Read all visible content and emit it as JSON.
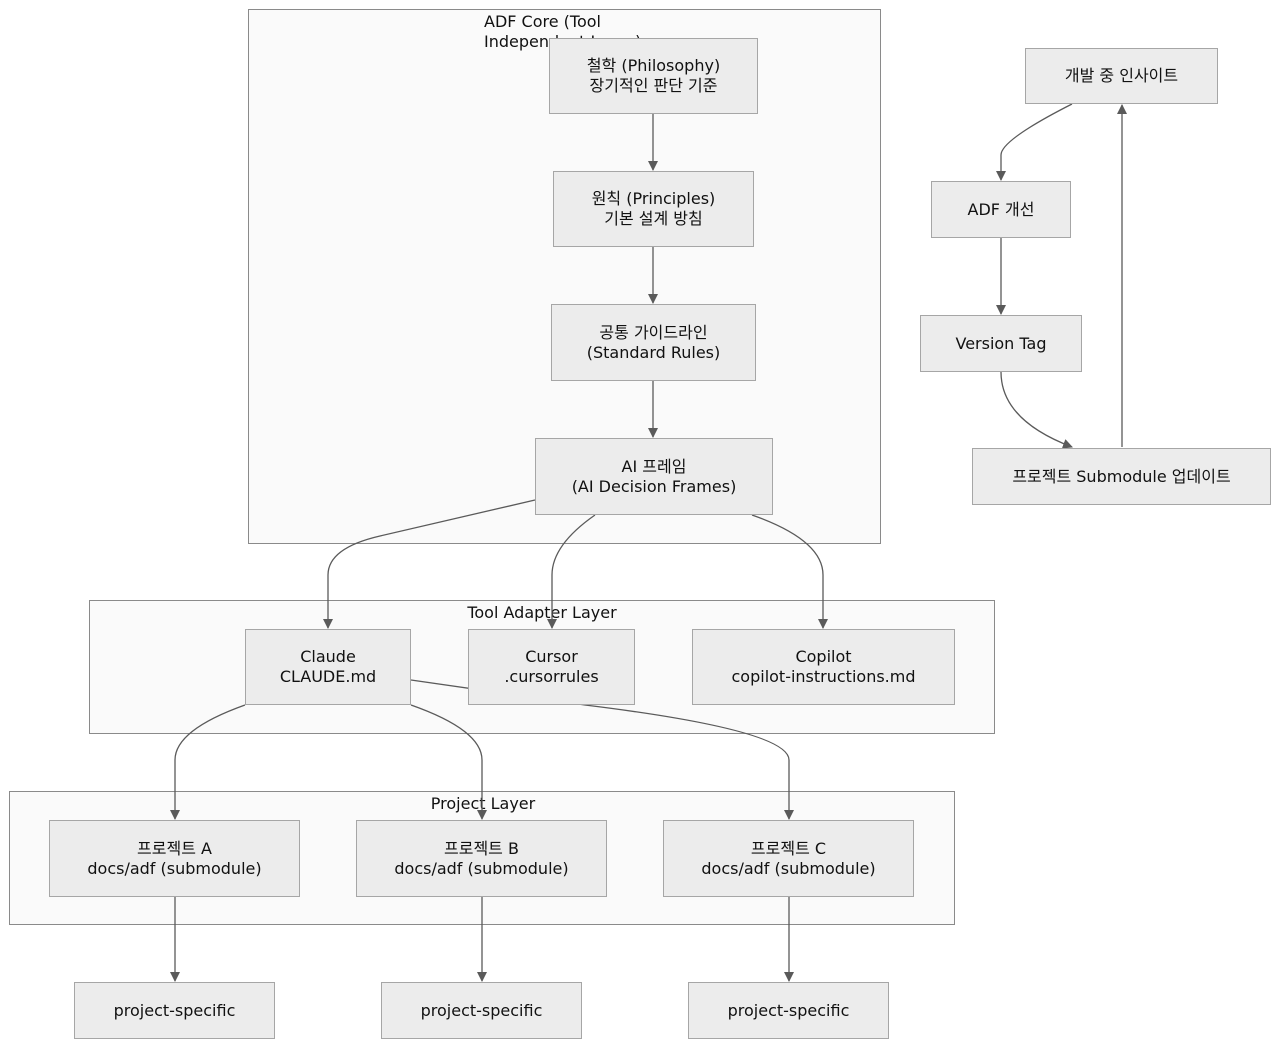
{
  "clusters": {
    "core": {
      "title": "ADF Core (Tool Independent Layer)"
    },
    "adapter": {
      "title": "Tool Adapter Layer"
    },
    "project": {
      "title": "Project Layer"
    }
  },
  "nodes": {
    "philosophy": {
      "line1": "철학 (Philosophy)",
      "line2": "장기적인 판단 기준"
    },
    "principles": {
      "line1": "원칙 (Principles)",
      "line2": "기본 설계 방침"
    },
    "rules": {
      "line1": "공통 가이드라인",
      "line2": "(Standard Rules)"
    },
    "frames": {
      "line1": "AI 프레임",
      "line2": "(AI Decision Frames)"
    },
    "claude": {
      "line1": "Claude",
      "line2": "CLAUDE.md"
    },
    "cursor": {
      "line1": "Cursor",
      "line2": ".cursorrules"
    },
    "copilot": {
      "line1": "Copilot",
      "line2": "copilot-instructions.md"
    },
    "projA": {
      "line1": "프로젝트 A",
      "line2": "docs/adf (submodule)"
    },
    "projB": {
      "line1": "프로젝트 B",
      "line2": "docs/adf (submodule)"
    },
    "projC": {
      "line1": "프로젝트 C",
      "line2": "docs/adf (submodule)"
    },
    "specA": {
      "line1": "project-specific"
    },
    "specB": {
      "line1": "project-specific"
    },
    "specC": {
      "line1": "project-specific"
    },
    "insight": {
      "line1": "개발 중 인사이트"
    },
    "improve": {
      "line1": "ADF 개선"
    },
    "tag": {
      "line1": "Version Tag"
    },
    "update": {
      "line1": "프로젝트 Submodule 업데이트"
    }
  },
  "edges": [
    {
      "from": "philosophy",
      "to": "principles"
    },
    {
      "from": "principles",
      "to": "rules"
    },
    {
      "from": "rules",
      "to": "frames"
    },
    {
      "from": "frames",
      "to": "claude"
    },
    {
      "from": "frames",
      "to": "cursor"
    },
    {
      "from": "frames",
      "to": "copilot"
    },
    {
      "from": "claude",
      "to": "projA"
    },
    {
      "from": "claude",
      "to": "projB"
    },
    {
      "from": "claude",
      "to": "projC"
    },
    {
      "from": "projA",
      "to": "specA"
    },
    {
      "from": "projB",
      "to": "specB"
    },
    {
      "from": "projC",
      "to": "specC"
    },
    {
      "from": "insight",
      "to": "improve"
    },
    {
      "from": "improve",
      "to": "tag"
    },
    {
      "from": "tag",
      "to": "update"
    },
    {
      "from": "update",
      "to": "insight"
    }
  ]
}
